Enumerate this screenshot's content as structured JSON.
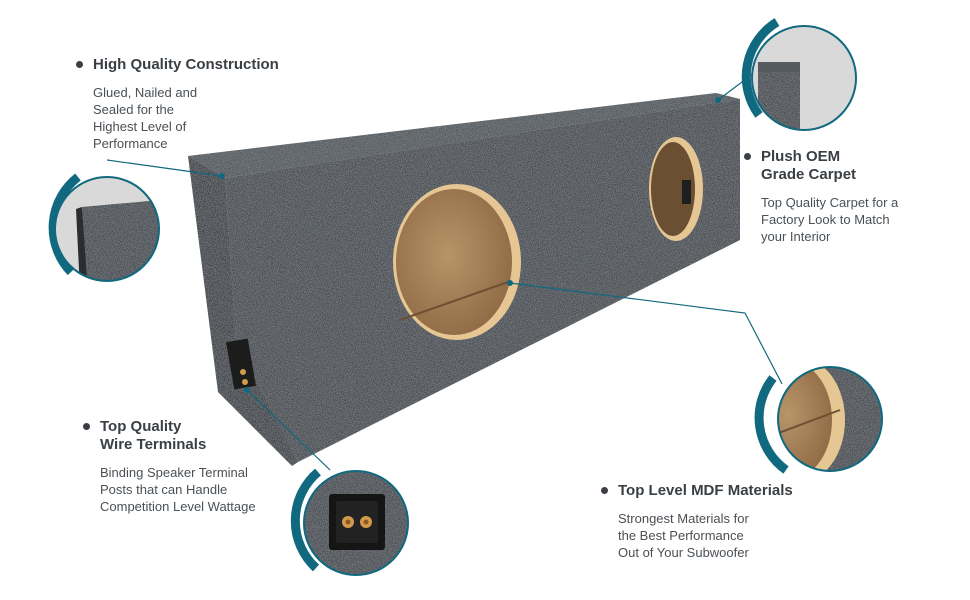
{
  "accent_color": "#11697f",
  "carpet_color": "#3d4246",
  "mdf_color": "#b58d5f",
  "callouts": {
    "construction": {
      "title_lines": [
        "High Quality Construction"
      ],
      "desc_lines": [
        "Glued, Nailed and",
        "Sealed for the",
        "Highest Level of",
        "Performance"
      ]
    },
    "carpet": {
      "title_lines": [
        "Plush OEM",
        "Grade Carpet"
      ],
      "desc_lines": [
        "Top Quality Carpet for a",
        "Factory Look to Match",
        "your Interior"
      ]
    },
    "terminals": {
      "title_lines": [
        "Top Quality",
        "Wire Terminals"
      ],
      "desc_lines": [
        "Binding Speaker Terminal",
        "Posts that can Handle",
        "Competition Level Wattage"
      ]
    },
    "mdf": {
      "title_lines": [
        "Top Level MDF Materials"
      ],
      "desc_lines": [
        "Strongest Materials for",
        "the Best Performance",
        "Out of  Your Subwoofer"
      ]
    }
  },
  "icons": {
    "bullet": "dot-icon",
    "terminal": "terminal-plate-icon"
  }
}
